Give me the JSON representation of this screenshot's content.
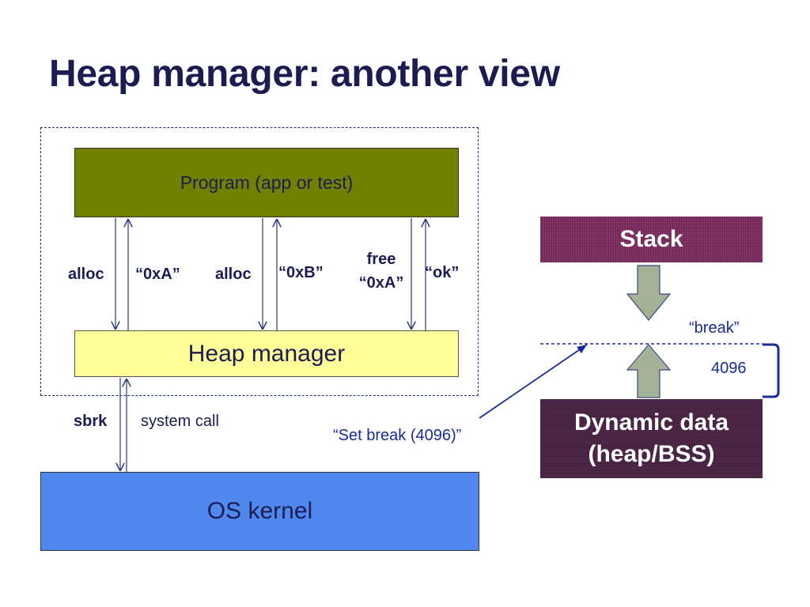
{
  "slide": {
    "title": "Heap manager: another view"
  },
  "diagram": {
    "program_label": "Program (app or test)",
    "heap_manager_label": "Heap manager",
    "os_kernel_label": "OS kernel",
    "arrows": [
      {
        "down": "alloc",
        "up": "“0xA”"
      },
      {
        "down": "alloc",
        "up": "“0xB”"
      },
      {
        "down_line1": "free",
        "down_line2": "“0xA”",
        "up": "“ok”"
      }
    ],
    "sbrk_label": "sbrk",
    "system_call_label": "system call",
    "set_break_label": "“Set break (4096)”"
  },
  "memory": {
    "stack_label": "Stack",
    "break_label": "“break”",
    "size_label": "4096",
    "dynamic_line1": "Dynamic data",
    "dynamic_line2": "(heap/BSS)"
  },
  "colors": {
    "title": "#1c1c52",
    "program": "#728000",
    "heap_manager": "#ffff99",
    "os_kernel": "#4f88ee",
    "stack": "#7a2a5e",
    "dynamic": "#4d2748",
    "arrow_fill": "#a3b196",
    "annotation": "#1a2b9a"
  }
}
